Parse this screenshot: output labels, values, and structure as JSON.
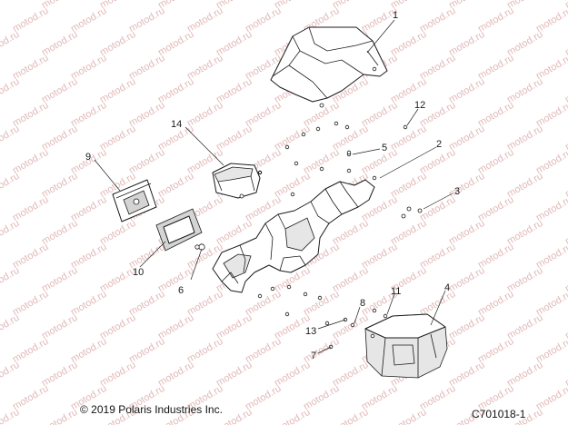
{
  "watermark": "motod.ru",
  "copyright": "© 2019 Polaris Industries Inc.",
  "figure_id": "C701018-1",
  "callouts": [
    "1",
    "2",
    "3",
    "4",
    "5",
    "6",
    "7",
    "8",
    "9",
    "10",
    "11",
    "12",
    "13",
    "14"
  ]
}
